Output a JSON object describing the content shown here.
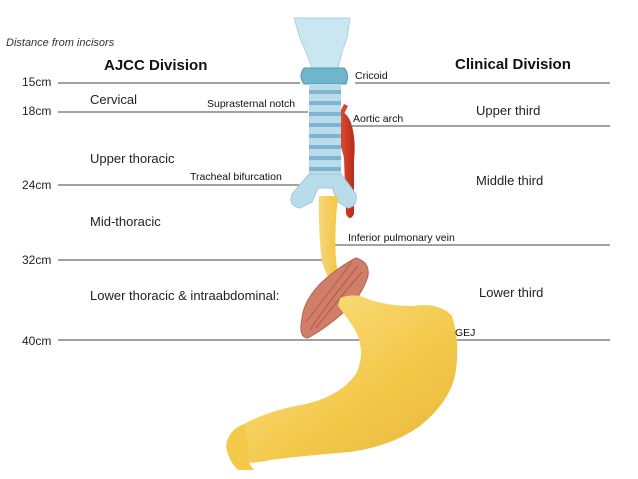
{
  "distance_label": "Distance from incisors",
  "ajcc_title": "AJCC Division",
  "clinical_title": "Clinical Division",
  "distances": [
    "15cm",
    "18cm",
    "24cm",
    "32cm",
    "40cm"
  ],
  "ajcc": {
    "cervical": "Cervical",
    "upper_thoracic": "Upper thoracic",
    "mid_thoracic": "Mid-thoracic",
    "lower_thoracic": "Lower thoracic & intraabdominal:"
  },
  "clinical": {
    "upper": "Upper third",
    "middle": "Middle third",
    "lower": "Lower third"
  },
  "anatomy": {
    "cricoid": "Cricoid",
    "suprasternal_notch": "Suprasternal notch",
    "aortic_arch": "Aortic arch",
    "tracheal_bifurcation": "Tracheal bifurcation",
    "inferior_pulmonary_vein": "Inferior pulmonary vein",
    "gej": "GEJ"
  },
  "colors": {
    "esophagus": "#f3c94a",
    "trachea": "#b8dcea",
    "cricoid": "#6fb6cc",
    "aorta": "#d9442b",
    "diaphragm": "#d07d6a",
    "line": "#444444"
  }
}
